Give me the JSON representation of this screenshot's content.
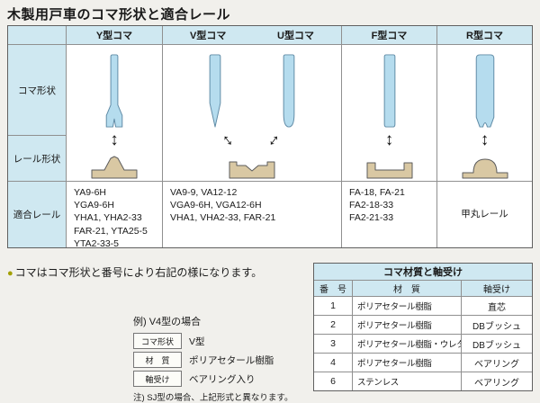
{
  "page": {
    "title": "木製用戸車のコマ形状と適合レール"
  },
  "colors": {
    "header_bg": "#cfe8f1",
    "roller_fill": "#b5dcee",
    "roller_stroke": "#5f8aa5",
    "rail_fill": "#d9c8a3",
    "rail_stroke": "#5c5c5c",
    "bullet": "#a3a000"
  },
  "icons": {
    "up_down_arrow": "↕",
    "bullet": "●"
  },
  "main_table": {
    "row_labels": {
      "koma_shape": "コマ形状",
      "rail_shape": "レール形状",
      "compatible_rail": "適合レール"
    },
    "headers": {
      "y": "Y型コマ",
      "v": "V型コマ",
      "u": "U型コマ",
      "f": "F型コマ",
      "r": "R型コマ"
    },
    "rails": {
      "y": [
        "YA9-6H",
        "YGA9-6H",
        "YHA1, YHA2-33",
        "FAR-21, YTA25-5",
        "YTA2-33-5"
      ],
      "vu": [
        "VA9-9, VA12-12",
        "VGA9-6H, VGA12-6H",
        "VHA1, VHA2-33, FAR-21"
      ],
      "f": [
        "FA-18, FA-21",
        "FA2-18-33",
        "FA2-21-33"
      ],
      "r": [
        "甲丸レール"
      ]
    }
  },
  "note": {
    "text": "コマはコマ形状と番号により右記の様になります。"
  },
  "example": {
    "title": "例) V4型の場合",
    "rows": [
      {
        "label": "コマ形状",
        "value": "V型"
      },
      {
        "label": "材　質",
        "value": "ポリアセタール樹脂"
      },
      {
        "label": "軸受け",
        "value": "ベアリング入り"
      }
    ],
    "footnote": "注) SJ型の場合、上記形式と異なります。"
  },
  "material_table": {
    "title": "コマ材質と軸受け",
    "headers": {
      "no": "番　号",
      "material": "材　質",
      "bearing": "軸受け"
    },
    "rows": [
      {
        "no": "1",
        "material": "ポリアセタール樹脂",
        "bearing": "直芯"
      },
      {
        "no": "2",
        "material": "ポリアセタール樹脂",
        "bearing": "DBブッシュ"
      },
      {
        "no": "3",
        "material": "ポリアセタール樹脂・ウレタン",
        "bearing": "DBブッシュ"
      },
      {
        "no": "4",
        "material": "ポリアセタール樹脂",
        "bearing": "ベアリング"
      },
      {
        "no": "6",
        "material": "ステンレス",
        "bearing": "ベアリング"
      }
    ]
  }
}
